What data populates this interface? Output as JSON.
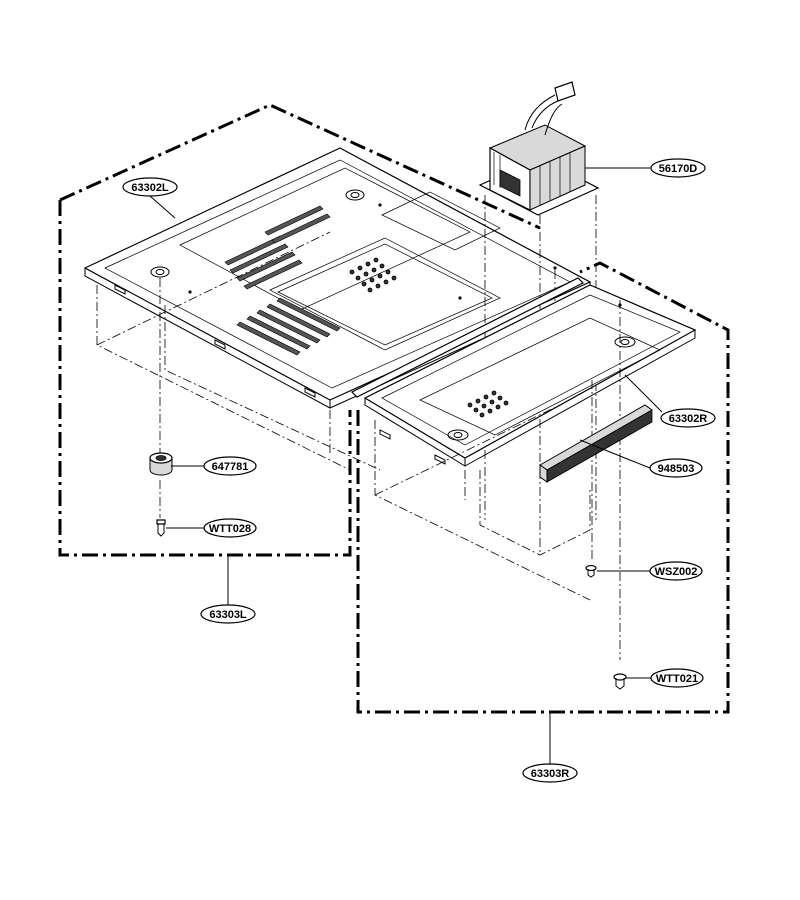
{
  "labels": {
    "p63302L": "63302L",
    "p56170D": "56170D",
    "p63302R": "63302R",
    "p647781": "647781",
    "p948503": "948503",
    "pWTT028": "WTT028",
    "pWSZ002": "WSZ002",
    "p63303L": "63303L",
    "pWTT021": "WTT021",
    "p63303R": "63303R"
  }
}
